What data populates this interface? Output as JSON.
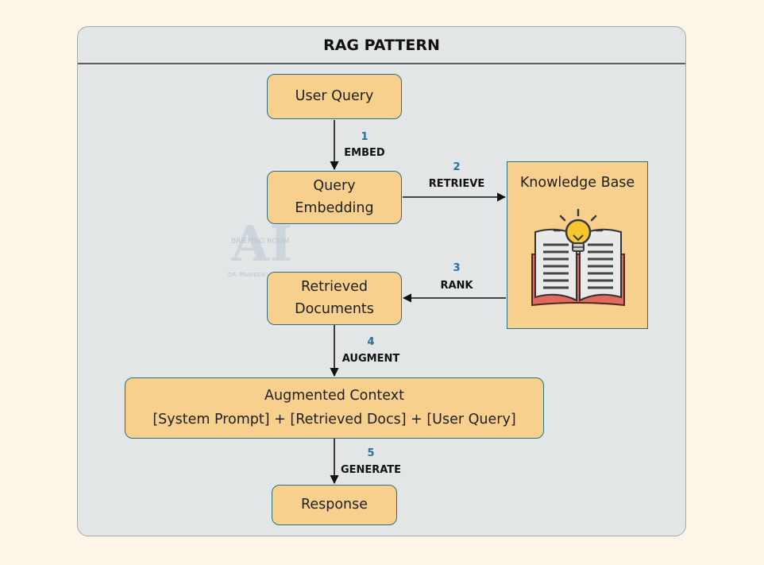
{
  "title": "RAG PATTERN",
  "nodes": {
    "user_query": "User Query",
    "query_embedding_l1": "Query",
    "query_embedding_l2": "Embedding",
    "retrieved_docs_l1": "Retrieved",
    "retrieved_docs_l2": "Documents",
    "augmented_title": "Augmented Context",
    "augmented_detail": "[System Prompt] + [Retrieved Docs] + [User Query]",
    "response": "Response",
    "knowledge_base": "Knowledge Base"
  },
  "steps": [
    {
      "num": "1",
      "label": "EMBED"
    },
    {
      "num": "2",
      "label": "RETRIEVE"
    },
    {
      "num": "3",
      "label": "RANK"
    },
    {
      "num": "4",
      "label": "AUGMENT"
    },
    {
      "num": "5",
      "label": "GENERATE"
    }
  ],
  "watermark": {
    "text1": "AI",
    "text2": "BRIEFING ROOM",
    "text3": "DR. PRAVEEN VINDE"
  },
  "colors": {
    "background": "#fdf5e8",
    "panel": "#e3e6e6",
    "node_fill": "#f7d08e",
    "node_border": "#2a6f80",
    "step_number": "#2a6f9a",
    "book_cover": "#e26a5c",
    "bulb": "#f7c630"
  },
  "icons": [
    "open-book-icon",
    "lightbulb-icon"
  ]
}
